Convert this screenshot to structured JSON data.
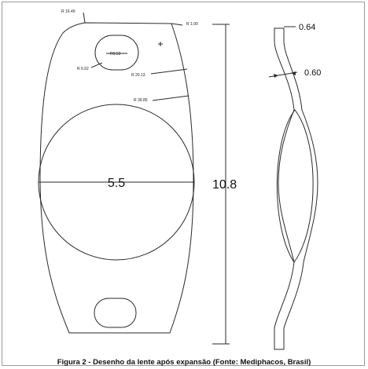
{
  "drawing": {
    "front_view": {
      "radius_labels": {
        "top_left": "R 16.49",
        "top_right": "R 1.00",
        "hole_width": "R0.53",
        "hole_left": "R 6.92",
        "mid": "R 20.13",
        "lower": "R 39.85"
      },
      "optic_diameter": "5.5",
      "total_length": "10.8"
    },
    "side_view": {
      "haptic_thickness": "0.64",
      "neck_thickness": "0.60"
    }
  },
  "caption": "Figura 2 - Desenho da lente após expansão (Fonte: Mediphacos, Brasil)"
}
